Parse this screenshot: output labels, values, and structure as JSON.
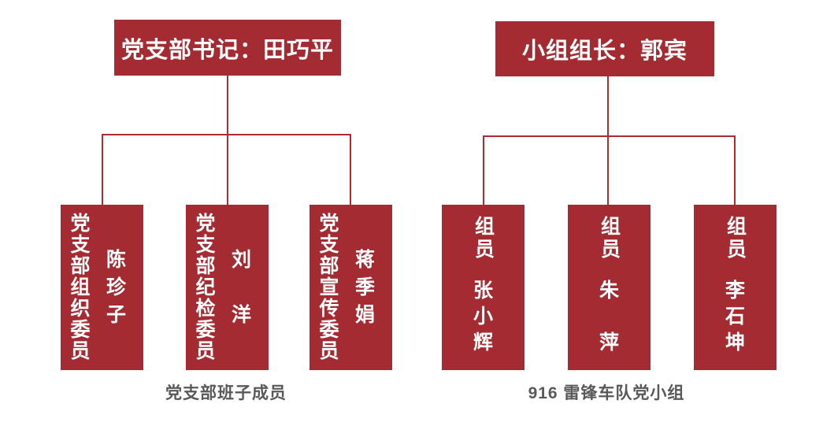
{
  "colors": {
    "box": "#a32b31",
    "line": "#b02a33",
    "box_text": "#ffffff",
    "caption": "#595959",
    "background": "#ffffff"
  },
  "left_chart": {
    "root_label": "党支部书记：田巧平",
    "members": [
      {
        "role": "党支部组织委员",
        "name": "陈珍子"
      },
      {
        "role": "党支部纪检委员",
        "name": "刘洋"
      },
      {
        "role": "党支部宣传委员",
        "name": "蒋季娟"
      }
    ],
    "caption": "党支部班子成员"
  },
  "right_chart": {
    "root_label": "小组组长：郭宾",
    "members": [
      {
        "role": "组员",
        "name": "张小辉"
      },
      {
        "role": "组员",
        "name": "朱萍"
      },
      {
        "role": "组员",
        "name": "李石坤"
      }
    ],
    "caption": "916 雷锋车队党小组"
  }
}
